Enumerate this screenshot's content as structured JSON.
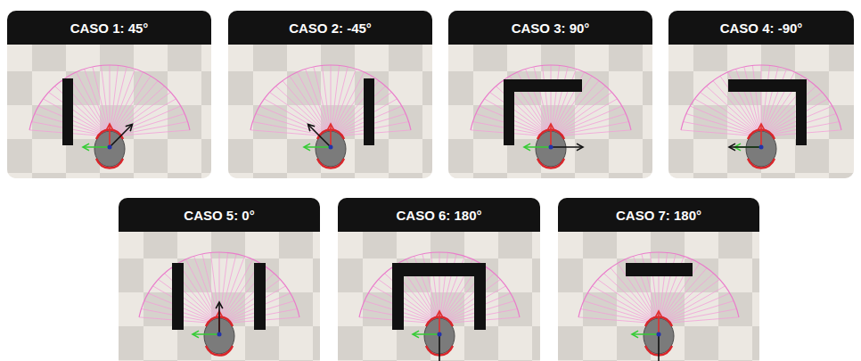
{
  "diagram": {
    "nodes": [
      {
        "text": [
          "CASO 1: 45°"
        ]
      },
      {
        "text": [
          "CASO 2: -45°"
        ]
      },
      {
        "text": [
          "CASO 3: 90°"
        ]
      },
      {
        "text": [
          "CASO 4: -90°"
        ]
      },
      {
        "text": [
          "CASO 5: 0°"
        ]
      },
      {
        "text": [
          "CASO 6: 180°"
        ]
      },
      {
        "text": [
          "CASO 7: 180°"
        ]
      }
    ]
  }
}
